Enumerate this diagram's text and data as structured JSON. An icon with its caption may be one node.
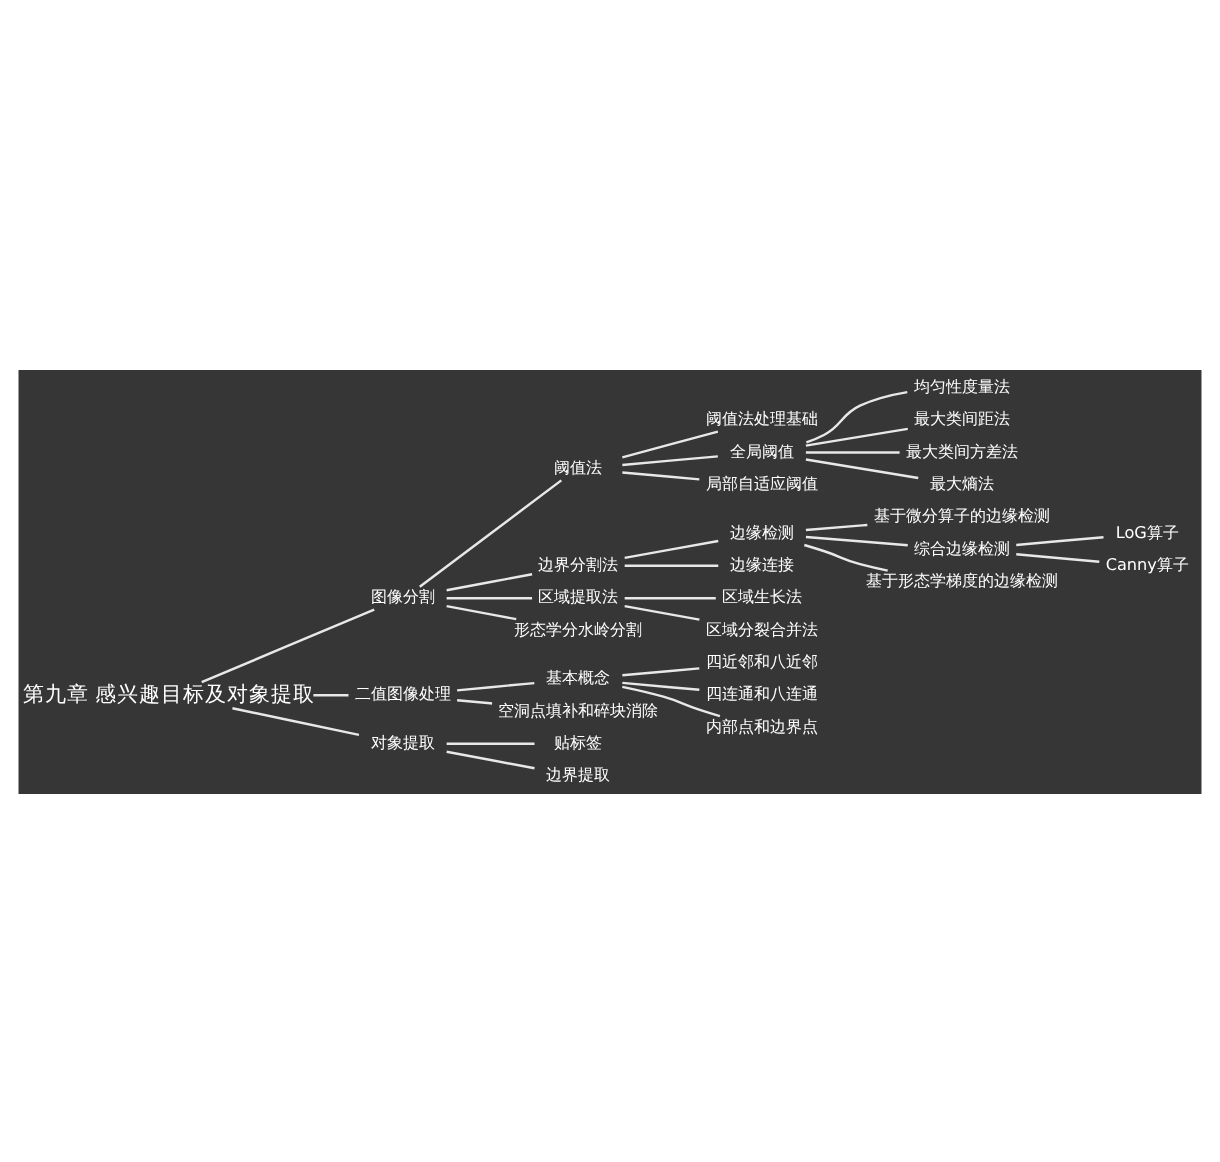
{
  "diagram": {
    "nodes": [
      {
        "text": [
          "第九章 感兴趣目标及对象提取"
        ]
      },
      {
        "text": [
          "图像分割"
        ]
      },
      {
        "text": [
          "阈值法"
        ]
      },
      {
        "text": [
          "阈值法处理基础"
        ]
      },
      {
        "text": [
          "全局阈值"
        ]
      },
      {
        "text": [
          "均匀性度量法"
        ]
      },
      {
        "text": [
          "最大类间距法"
        ]
      },
      {
        "text": [
          "最大类间方差法"
        ]
      },
      {
        "text": [
          "最大熵法"
        ]
      },
      {
        "text": [
          "局部自适应阈值"
        ]
      },
      {
        "text": [
          "边界分割法"
        ]
      },
      {
        "text": [
          "边缘检测"
        ]
      },
      {
        "text": [
          "基于微分算子的边缘检测"
        ]
      },
      {
        "text": [
          "综合边缘检测"
        ]
      },
      {
        "text": [
          "LoG算子"
        ]
      },
      {
        "text": [
          "Canny算子"
        ]
      },
      {
        "text": [
          "基于形态学梯度的边缘检测"
        ]
      },
      {
        "text": [
          "边缘连接"
        ]
      },
      {
        "text": [
          "区域提取法"
        ]
      },
      {
        "text": [
          "区域生长法"
        ]
      },
      {
        "text": [
          "区域分裂合并法"
        ]
      },
      {
        "text": [
          "形态学分水岭分割"
        ]
      },
      {
        "text": [
          "二值图像处理"
        ]
      },
      {
        "text": [
          "基本概念"
        ]
      },
      {
        "text": [
          "四近邻和八近邻"
        ]
      },
      {
        "text": [
          "四连通和八连通"
        ]
      },
      {
        "text": [
          "内部点和边界点"
        ]
      },
      {
        "text": [
          "空洞点填补和碎块消除"
        ]
      },
      {
        "text": [
          "对象提取"
        ]
      },
      {
        "text": [
          "贴标签"
        ]
      },
      {
        "text": [
          "边界提取"
        ]
      }
    ],
    "edges": [
      {
        "from": 0,
        "to": 1,
        "arrow": "none"
      },
      {
        "from": 1,
        "to": 2,
        "arrow": "none"
      },
      {
        "from": 2,
        "to": 3,
        "arrow": "none"
      },
      {
        "from": 2,
        "to": 4,
        "arrow": "none"
      },
      {
        "from": 4,
        "to": 5,
        "arrow": "none"
      },
      {
        "from": 4,
        "to": 6,
        "arrow": "none"
      },
      {
        "from": 4,
        "to": 7,
        "arrow": "none"
      },
      {
        "from": 4,
        "to": 8,
        "arrow": "none"
      },
      {
        "from": 2,
        "to": 9,
        "arrow": "none"
      },
      {
        "from": 1,
        "to": 10,
        "arrow": "none"
      },
      {
        "from": 10,
        "to": 11,
        "arrow": "none"
      },
      {
        "from": 11,
        "to": 12,
        "arrow": "none"
      },
      {
        "from": 11,
        "to": 13,
        "arrow": "none"
      },
      {
        "from": 13,
        "to": 14,
        "arrow": "none"
      },
      {
        "from": 13,
        "to": 15,
        "arrow": "none"
      },
      {
        "from": 11,
        "to": 16,
        "arrow": "none"
      },
      {
        "from": 10,
        "to": 17,
        "arrow": "none"
      },
      {
        "from": 1,
        "to": 18,
        "arrow": "none"
      },
      {
        "from": 18,
        "to": 19,
        "arrow": "none"
      },
      {
        "from": 18,
        "to": 20,
        "arrow": "none"
      },
      {
        "from": 1,
        "to": 21,
        "arrow": "none"
      },
      {
        "from": 0,
        "to": 22,
        "arrow": "none"
      },
      {
        "from": 22,
        "to": 23,
        "arrow": "none"
      },
      {
        "from": 23,
        "to": 24,
        "arrow": "none"
      },
      {
        "from": 23,
        "to": 25,
        "arrow": "none"
      },
      {
        "from": 23,
        "to": 26,
        "arrow": "none"
      },
      {
        "from": 22,
        "to": 27,
        "arrow": "none"
      },
      {
        "from": 0,
        "to": 28,
        "arrow": "none"
      },
      {
        "from": 28,
        "to": 29,
        "arrow": "none"
      },
      {
        "from": 28,
        "to": 30,
        "arrow": "none"
      }
    ]
  }
}
